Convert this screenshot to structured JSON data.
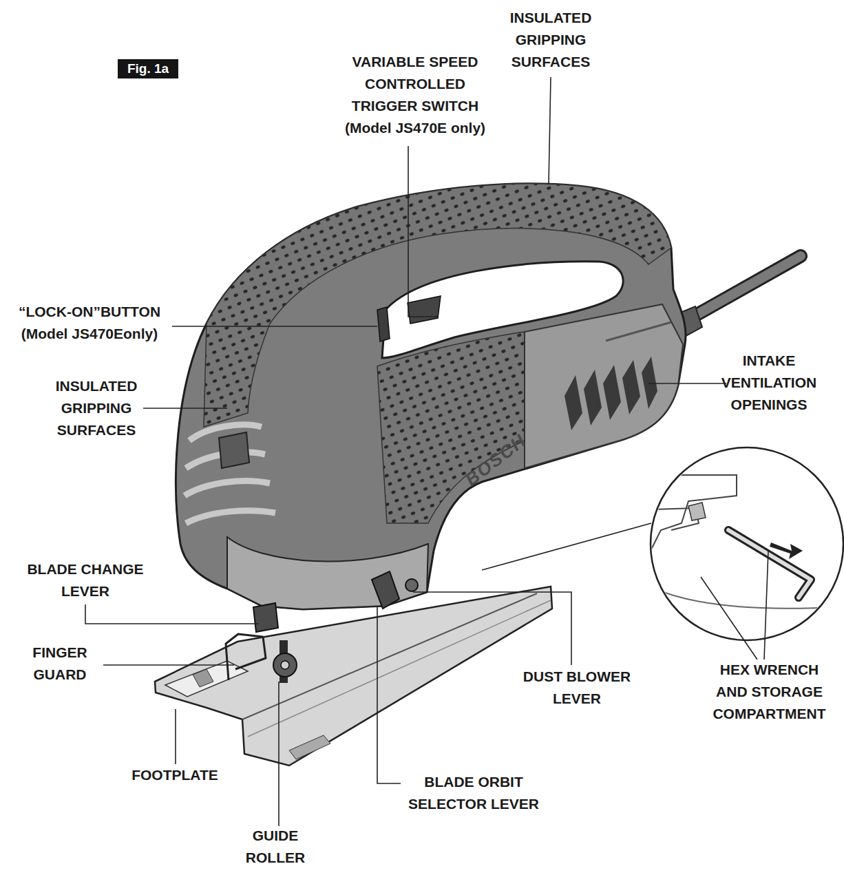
{
  "diagram": {
    "nodes": [
      {
        "text": [
          "Fig. 1a"
        ]
      }
    ],
    "labels": [
      "INSULATED GRIPPING SURFACES",
      "VARIABLE SPEED CONTROLLED TRIGGER SWITCH (Model JS470E only)",
      "“LOCK-ON”BUTTON (Model JS470Eonly)",
      "INSULATED GRIPPING SURFACES",
      "INTAKE VENTILATION OPENINGS",
      "BLADE CHANGE LEVER",
      "FINGER GUARD",
      "DUST BLOWER LEVER",
      "HEX WRENCH AND STORAGE COMPARTMENT",
      "FOOTPLATE",
      "BLADE ORBIT SELECTOR LEVER",
      "GUIDE ROLLER",
      "BOSCH"
    ]
  }
}
